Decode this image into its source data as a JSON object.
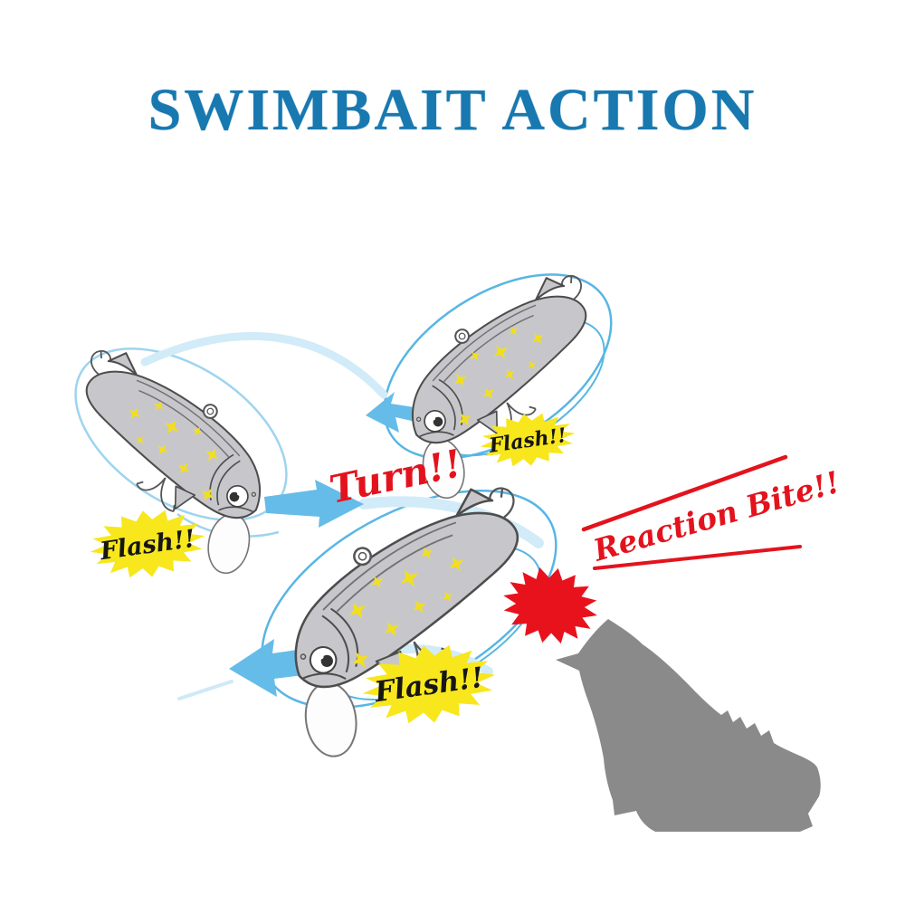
{
  "title": {
    "text": "SWIMBAIT ACTION",
    "color": "#1878b0"
  },
  "labels": {
    "turn": "Turn!!",
    "reaction_bite": "Reaction Bite!!",
    "flash": "Flash!!"
  },
  "colors": {
    "title_blue": "#1878b0",
    "action_red": "#e3131d",
    "arrow_blue": "#66bce8",
    "swirl_blue": "#58b6e4",
    "pale_band_blue": "#d2ebf8",
    "burst_yellow": "#f7e71c",
    "burst_red": "#e8121c",
    "lure_gray": "#c7c7cb",
    "lure_outline": "#4d4d4d",
    "silhouette_gray": "#8a8a8a",
    "sparkle_yellow": "#f2df1c",
    "flash_text_black": "#161616"
  },
  "icons": {
    "lure": "gray-swimbait-lure",
    "predator": "bass-fish-silhouette",
    "impact": "red-impact-burst",
    "motion": "blue-swirl-arrows",
    "sparkle": "yellow-sparkle"
  }
}
